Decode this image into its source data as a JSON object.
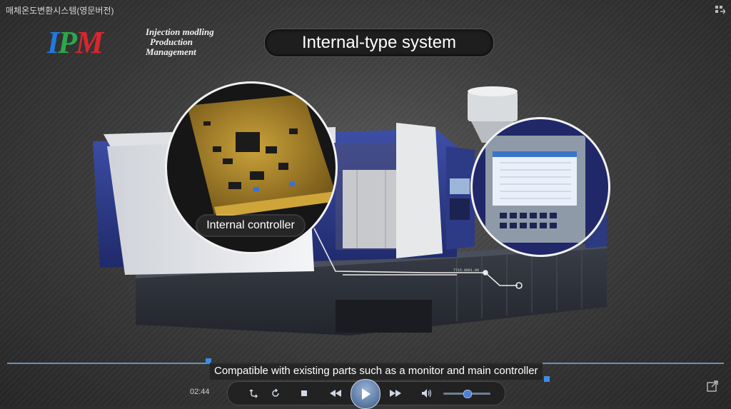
{
  "window": {
    "title": "매체온도변환시스템(영문버전)"
  },
  "logo": {
    "letters": [
      "I",
      "P",
      "M"
    ],
    "tagline": [
      "Injection modling",
      "Production",
      "Management"
    ]
  },
  "slide": {
    "headline": "Internal-type system",
    "controller_label": "Internal controller",
    "pcb_marking": "7715.0061.00"
  },
  "player": {
    "subtitle": "Compatible with existing parts such as a monitor and main controller",
    "time": "02:44",
    "volume_level": 0.5,
    "icons": [
      "repeat-icon",
      "refresh-icon",
      "stop-icon",
      "rewind-icon",
      "play-icon",
      "fast-forward-icon",
      "volume-icon",
      "fullscreen-icon",
      "grid-icon"
    ]
  },
  "colors": {
    "accent": "#3a8ee8",
    "machine_blue": "#2f3d8e",
    "logo_i": "#1f7ae0",
    "logo_p": "#2aa84a",
    "logo_m": "#d8262e"
  }
}
